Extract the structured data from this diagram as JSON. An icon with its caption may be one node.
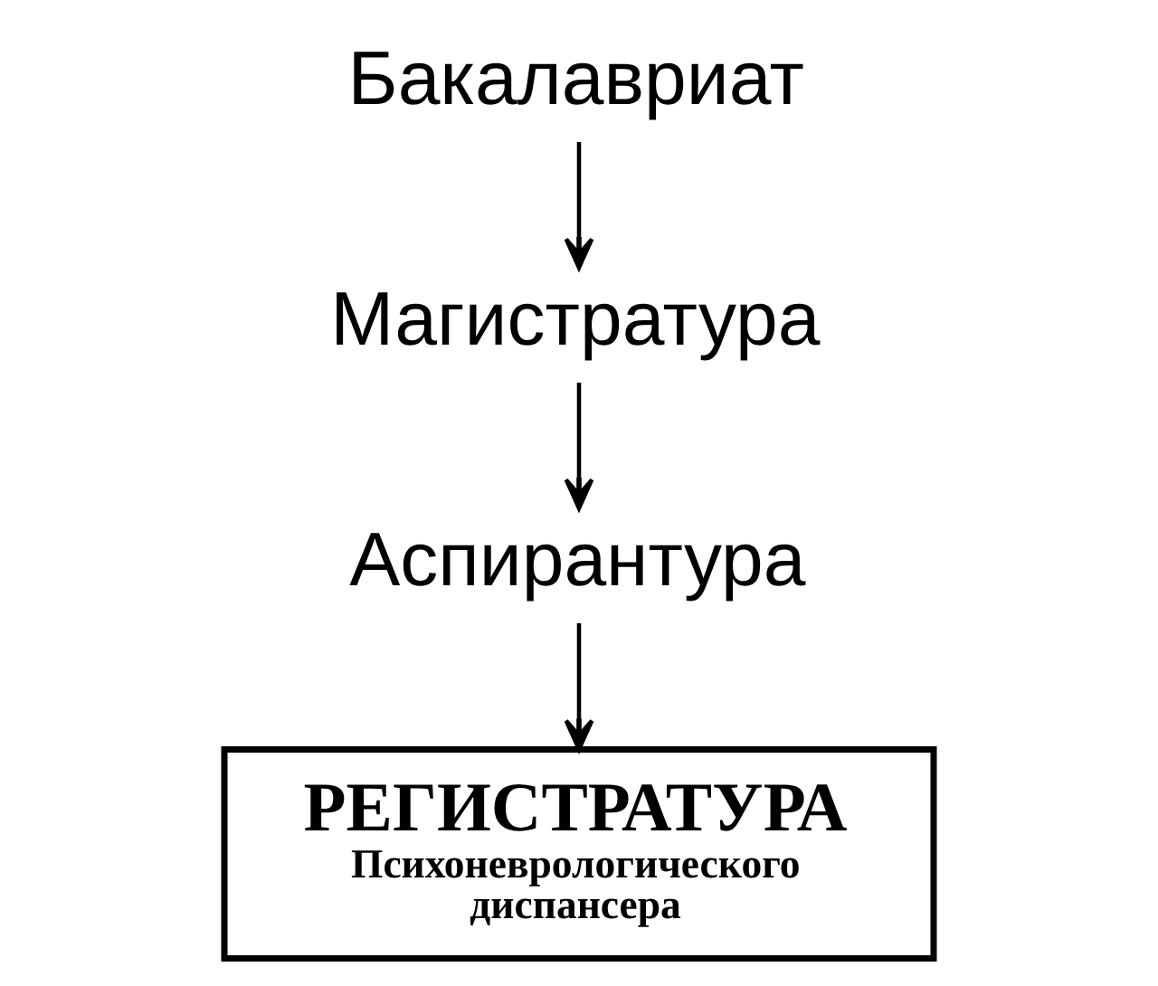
{
  "diagram": {
    "nodes": [
      {
        "text": [
          "Бакалавриат"
        ]
      },
      {
        "text": [
          "Магистратура"
        ]
      },
      {
        "text": [
          "Аспирантура"
        ]
      },
      {
        "text": [
          "РЕГИСТРАТУРА",
          "Психоневрологического диспансера"
        ]
      }
    ],
    "edges": [
      {
        "from": 0,
        "to": 1,
        "arrow": "to"
      },
      {
        "from": 1,
        "to": 2,
        "arrow": "to"
      },
      {
        "from": 2,
        "to": 3,
        "arrow": "to"
      }
    ]
  }
}
